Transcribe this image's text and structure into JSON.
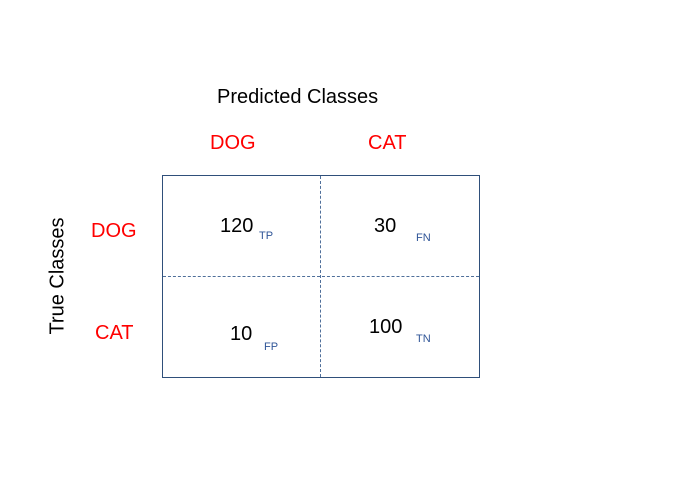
{
  "axis_titles": {
    "predicted": "Predicted Classes",
    "true": "True Classes"
  },
  "columns": [
    "DOG",
    "CAT"
  ],
  "rows": [
    "DOG",
    "CAT"
  ],
  "cells": [
    {
      "value": "120",
      "tag": "TP"
    },
    {
      "value": "30",
      "tag": "FN"
    },
    {
      "value": "10",
      "tag": "FP"
    },
    {
      "value": "100",
      "tag": "TN"
    }
  ],
  "colors": {
    "class_label": "#ff0000",
    "cell_tag": "#2f5597",
    "grid_line": "#2f4f7a"
  }
}
